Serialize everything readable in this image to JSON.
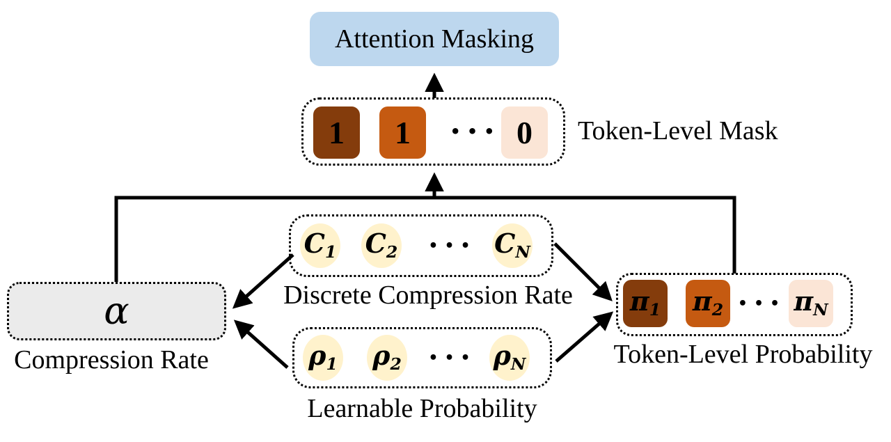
{
  "figure": {
    "attention_masking": {
      "label": "Attention Masking"
    },
    "token_level_mask": {
      "label": "Token-Level Mask",
      "cell1": "1",
      "cell2": "1",
      "dots": "•••",
      "cellN": "0"
    },
    "discrete_compression_rate": {
      "label": "Discrete Compression Rate",
      "item1": {
        "base": "C",
        "sub": "1"
      },
      "item2": {
        "base": "C",
        "sub": "2"
      },
      "dots": "•••",
      "itemN": {
        "base": "C",
        "sub": "N"
      }
    },
    "compression_rate": {
      "label": "Compression Rate",
      "symbol": "α"
    },
    "learnable_probability": {
      "label": "Learnable Probability",
      "item1": {
        "base": "ρ",
        "sub": "1"
      },
      "item2": {
        "base": "ρ",
        "sub": "2"
      },
      "dots": "•••",
      "itemN": {
        "base": "ρ",
        "sub": "N"
      }
    },
    "token_level_probability": {
      "label": "Token-Level Probability",
      "item1": {
        "base": "π",
        "sub": "1"
      },
      "item2": {
        "base": "π",
        "sub": "2"
      },
      "dots": "•••",
      "itemN": {
        "base": "π",
        "sub": "N"
      }
    },
    "colors": {
      "attention_bg": "#BDD7EE",
      "mask_dark_brown": "#843C0C",
      "mask_orange": "#C55A11",
      "mask_peach": "#FBE5D6",
      "circle_cream": "#FFF2CC",
      "alpha_gray": "#EBEBEB",
      "line_black": "#000000"
    }
  }
}
